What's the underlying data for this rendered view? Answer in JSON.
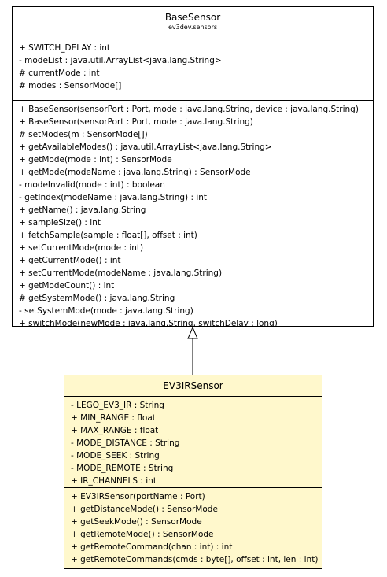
{
  "base": {
    "name": "BaseSensor",
    "package": "ev3dev.sensors",
    "attributes": [
      "+ SWITCH_DELAY : int",
      "- modeList : java.util.ArrayList<java.lang.String>",
      "# currentMode : int",
      "# modes : SensorMode[]"
    ],
    "operations": [
      "+ BaseSensor(sensorPort : Port, mode : java.lang.String, device : java.lang.String)",
      "+ BaseSensor(sensorPort : Port, mode : java.lang.String)",
      "# setModes(m : SensorMode[])",
      "+ getAvailableModes() : java.util.ArrayList<java.lang.String>",
      "+ getMode(mode : int) : SensorMode",
      "+ getMode(modeName : java.lang.String) : SensorMode",
      "- modeInvalid(mode : int) : boolean",
      "- getIndex(modeName : java.lang.String) : int",
      "+ getName() : java.lang.String",
      "+ sampleSize() : int",
      "+ fetchSample(sample : float[], offset : int)",
      "+ setCurrentMode(mode : int)",
      "+ getCurrentMode() : int",
      "+ setCurrentMode(modeName : java.lang.String)",
      "+ getModeCount() : int",
      "# getSystemMode() : java.lang.String",
      "- setSystemMode(mode : java.lang.String)",
      "+ switchMode(newMode : java.lang.String, switchDelay : long)"
    ]
  },
  "derived": {
    "name": "EV3IRSensor",
    "attributes": [
      "- LEGO_EV3_IR : String",
      "+ MIN_RANGE : float",
      "+ MAX_RANGE : float",
      "- MODE_DISTANCE : String",
      "- MODE_SEEK : String",
      "- MODE_REMOTE : String",
      "+ IR_CHANNELS : int"
    ],
    "operations": [
      "+ EV3IRSensor(portName : Port)",
      "+ getDistanceMode() : SensorMode",
      "+ getSeekMode() : SensorMode",
      "+ getRemoteMode() : SensorMode",
      "+ getRemoteCommand(chan : int) : int",
      "+ getRemoteCommands(cmds : byte[], offset : int, len : int)"
    ]
  },
  "colors": {
    "derived_fill": "#fff8cc",
    "line": "#000000"
  }
}
